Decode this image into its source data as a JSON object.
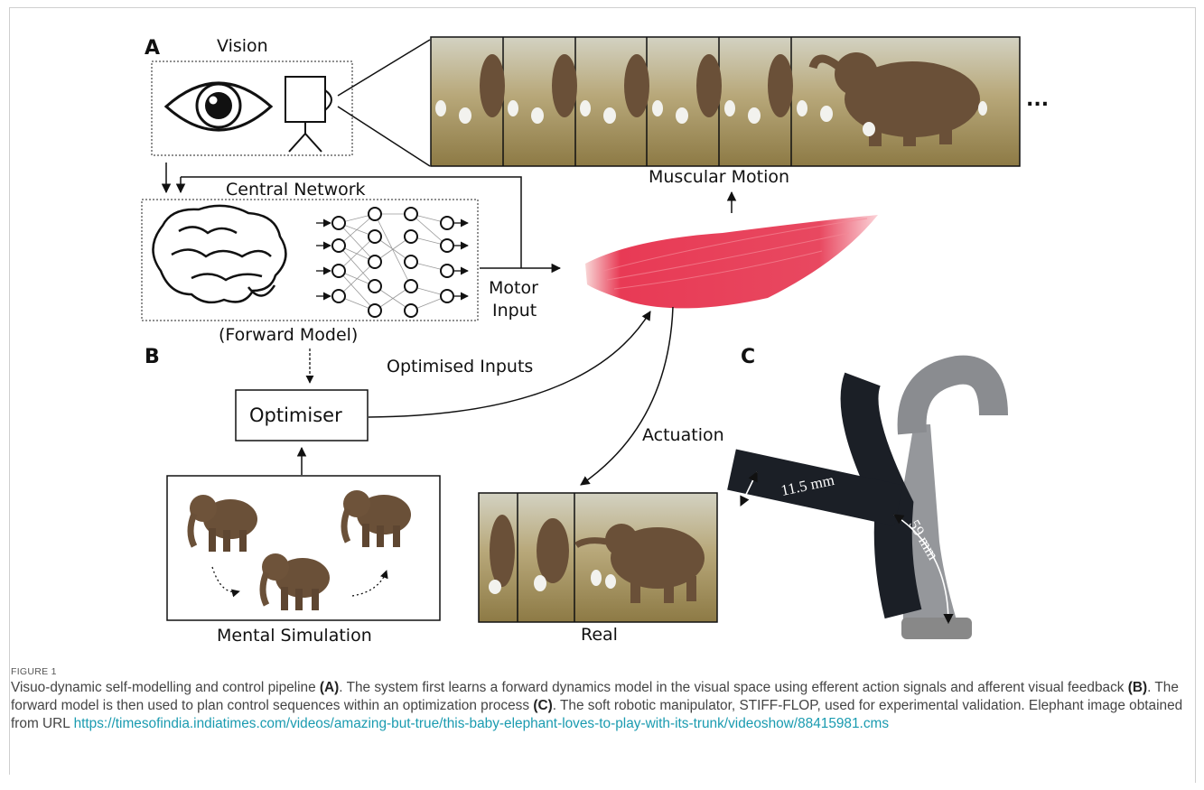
{
  "panels": {
    "a": "A",
    "b": "B",
    "c": "C"
  },
  "labels": {
    "vision": "Vision",
    "central_network": "Central Network",
    "forward_model": "(Forward Model)",
    "motor_input_line1": "Motor",
    "motor_input_line2": "Input",
    "muscular_motion": "Muscular Motion",
    "optimised_inputs": "Optimised Inputs",
    "optimiser": "Optimiser",
    "actuation": "Actuation",
    "mental_simulation": "Mental Simulation",
    "real": "Real",
    "ellipsis": "...",
    "width_measure": "11.5 mm",
    "length_measure": "59 mm"
  },
  "caption": {
    "figure_label": "FIGURE 1",
    "segments": [
      {
        "text": "Visuo-dynamic self-modelling and control pipeline ",
        "bold": false
      },
      {
        "text": "(A)",
        "bold": true
      },
      {
        "text": ". The system first learns a forward dynamics model in the visual space using efferent action signals and afferent visual feedback ",
        "bold": false
      },
      {
        "text": "(B)",
        "bold": true
      },
      {
        "text": ". The forward model is then used to plan control sequences within an optimization process ",
        "bold": false
      },
      {
        "text": "(C)",
        "bold": true
      },
      {
        "text": ". The soft robotic manipulator, STIFF-FLOP, used for experimental validation. Elephant image obtained from URL ",
        "bold": false
      }
    ],
    "url": "https://timesofindia.indiatimes.com/videos/amazing-but-true/this-baby-elephant-loves-to-play-with-its-trunk/videoshow/88415981.cms"
  },
  "colors": {
    "grass": "#9c8a55",
    "sky": "#d9d6c4",
    "elephant": "#6a5038",
    "muscle": "#e23a57",
    "robot_dark": "#1b1f26",
    "robot_ghost": "#8a8c90",
    "link": "#1a9bb0"
  }
}
